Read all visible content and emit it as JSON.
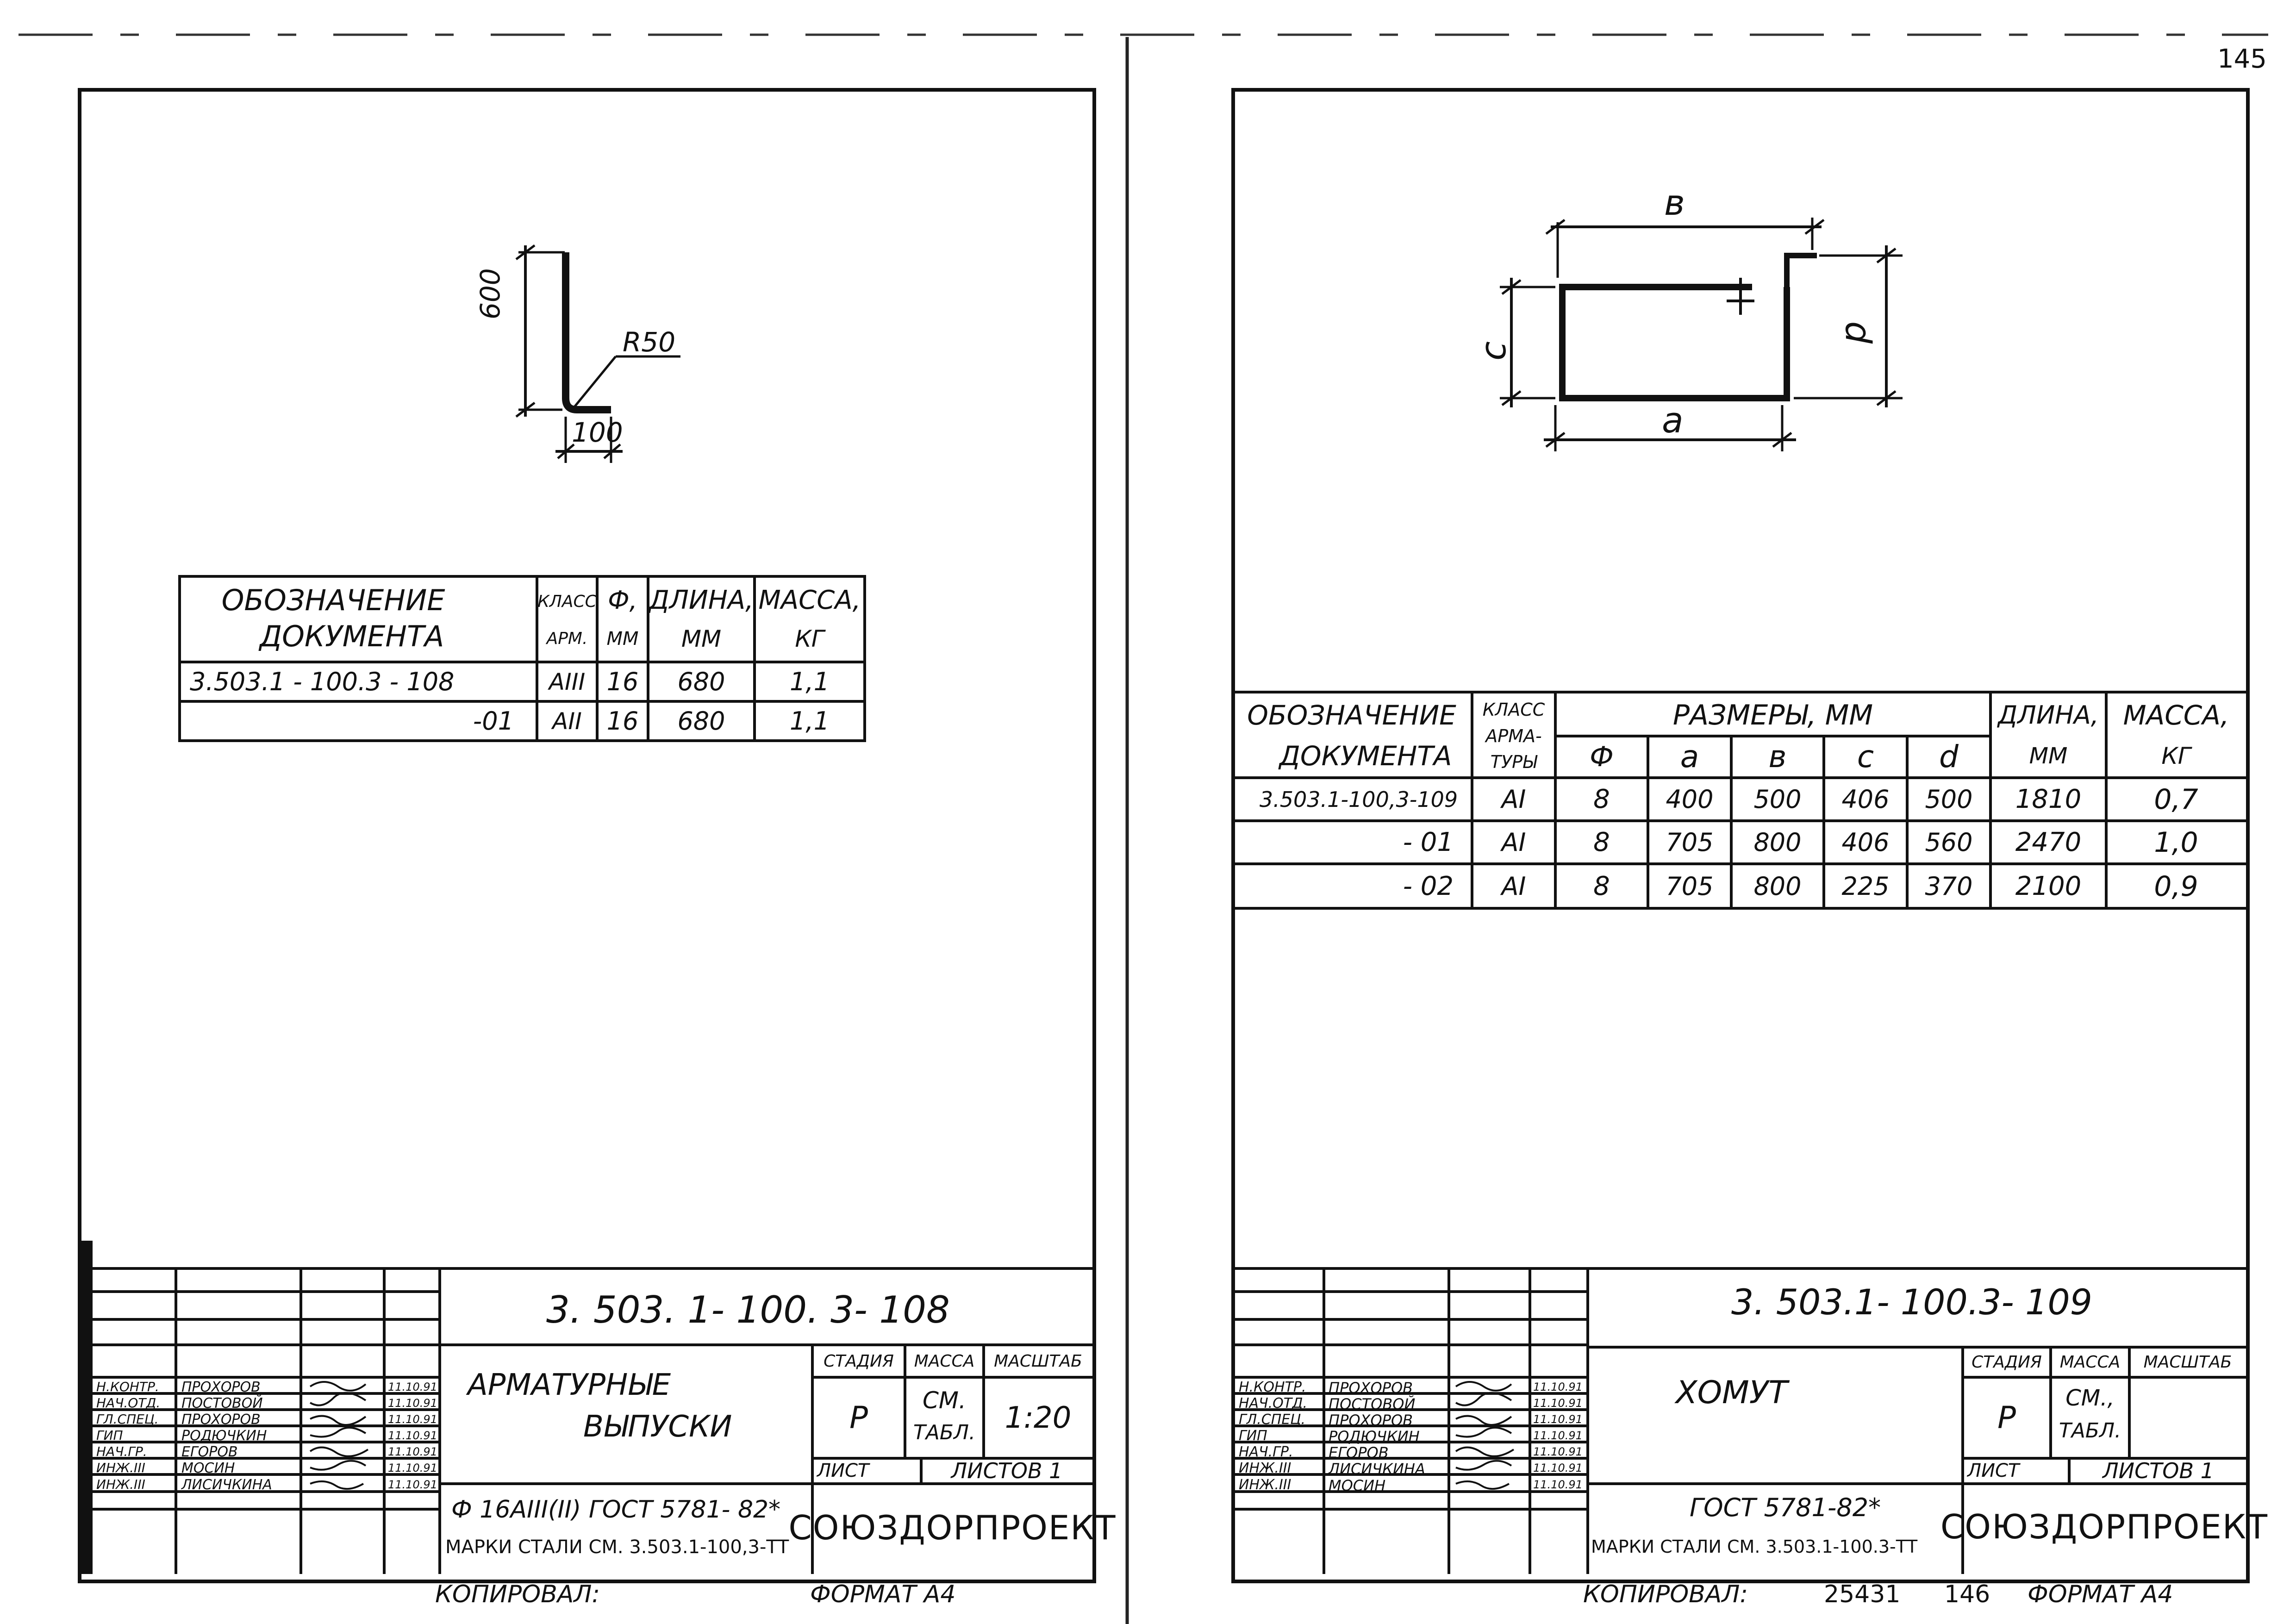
{
  "page_number": "145",
  "left_sheet": {
    "drawing": {
      "dim_height": "600",
      "dim_radius": "R50",
      "dim_base": "100"
    },
    "table": {
      "header": {
        "designation": [
          "ОБОЗНАЧЕНИЕ",
          "ДОКУМЕНТА"
        ],
        "class": [
          "КЛАСС",
          "АРМ."
        ],
        "diameter": [
          "Ф,",
          "ММ"
        ],
        "length": [
          "ДЛИНА,",
          "ММ"
        ],
        "mass": [
          "МАССА,",
          "КГ"
        ]
      },
      "rows": [
        {
          "designation": "3.503.1 - 100.3 - 108",
          "class": "AIII",
          "diameter": "16",
          "length": "680",
          "mass": "1,1"
        },
        {
          "designation": "-01",
          "class": "AII",
          "diameter": "16",
          "length": "680",
          "mass": "1,1"
        }
      ]
    },
    "title_block": {
      "code": "3. 503. 1- 100. 3- 108",
      "name": [
        "АРМАТУРНЫЕ",
        "ВЫПУСКИ"
      ],
      "stage_label": "СТАДИЯ",
      "mass_label": "МАССА",
      "scale_label": "МАСШТАБ",
      "stage": "Р",
      "mass": [
        "СМ.",
        "ТАБЛ."
      ],
      "scale": "1:20",
      "sheet_label": "ЛИСТ",
      "sheets_label": "ЛИСТОВ 1",
      "material": "Ф 16АIII(II) ГОСТ 5781- 82*",
      "steel_note": "МАРКИ СТАЛИ СМ. 3.503.1-100,3-ТТ",
      "org": "СОЮЗДОРПРОЕКТ",
      "roles": [
        "Н.КОНТР.",
        "НАЧ.ОТД.",
        "ГЛ.СПЕЦ.",
        "ГИП",
        "НАЧ.ГР.",
        "ИНЖ.III",
        "ИНЖ.III"
      ],
      "names": [
        "ПРОХОРОВ",
        "ПОСТОВОЙ",
        "ПРОХОРОВ",
        "РОДЮЧКИН",
        "ЕГОРОВ",
        "МОСИН",
        "ЛИСИЧКИНА"
      ],
      "dates": [
        "11.10.91",
        "11.10.91",
        "11.10.91",
        "11.10.91",
        "11.10.91",
        "11.10.91",
        "11.10.91"
      ]
    },
    "footer": {
      "copied": "КОПИРОВАЛ:",
      "format": "ФОРМАТ А4"
    }
  },
  "right_sheet": {
    "drawing": {
      "dim_a": "a",
      "dim_b": "в",
      "dim_c": "c",
      "dim_d": "d"
    },
    "table": {
      "header": {
        "designation": [
          "ОБОЗНАЧЕНИЕ",
          "ДОКУМЕНТА"
        ],
        "class": [
          "КЛАСС",
          "АРМА-",
          "ТУРЫ"
        ],
        "sizes": "РАЗМЕРЫ, ММ",
        "diameter": "Ф",
        "a": "a",
        "b": "в",
        "c": "c",
        "d": "d",
        "length": [
          "ДЛИНА,",
          "ММ"
        ],
        "mass": [
          "МАССА,",
          "КГ"
        ]
      },
      "rows": [
        {
          "designation": "3.503.1-100,3-109",
          "class": "AI",
          "diameter": "8",
          "a": "400",
          "b": "500",
          "c": "406",
          "d": "500",
          "length": "1810",
          "mass": "0,7"
        },
        {
          "designation": "- 01",
          "class": "AI",
          "diameter": "8",
          "a": "705",
          "b": "800",
          "c": "406",
          "d": "560",
          "length": "2470",
          "mass": "1,0"
        },
        {
          "designation": "- 02",
          "class": "AI",
          "diameter": "8",
          "a": "705",
          "b": "800",
          "c": "225",
          "d": "370",
          "length": "2100",
          "mass": "0,9"
        }
      ]
    },
    "title_block": {
      "code": "3. 503.1- 100.3- 109",
      "name": "ХОМУТ",
      "stage_label": "СТАДИЯ",
      "mass_label": "МАССА",
      "scale_label": "МАСШТАБ",
      "stage": "Р",
      "mass": [
        "СМ.,",
        "ТАБЛ."
      ],
      "sheet_label": "ЛИСТ",
      "sheets_label": "ЛИСТОВ 1",
      "material": "ГОСТ 5781-82*",
      "steel_note": "МАРКИ СТАЛИ СМ. 3.503.1-100.3-ТТ",
      "org": "СОЮЗДОРПРОЕКТ",
      "roles": [
        "Н.КОНТР.",
        "НАЧ.ОТД.",
        "ГЛ.СПЕЦ.",
        "ГИП",
        "НАЧ.ГР.",
        "ИНЖ.III",
        "ИНЖ.III"
      ],
      "names": [
        "ПРОХОРОВ",
        "ПОСТОВОЙ",
        "ПРОХОРОВ",
        "РОДЮЧКИН",
        "ЕГОРОВ",
        "ЛИСИЧКИНА",
        "МОСИН"
      ],
      "dates": [
        "11.10.91",
        "11.10.91",
        "11.10.91",
        "11.10.91",
        "11.10.91",
        "11.10.91",
        "11.10.91"
      ]
    },
    "footer": {
      "copied": "КОПИРОВАЛ:",
      "number": "25431",
      "page": "146",
      "format": "ФОРМАТ А4"
    }
  }
}
